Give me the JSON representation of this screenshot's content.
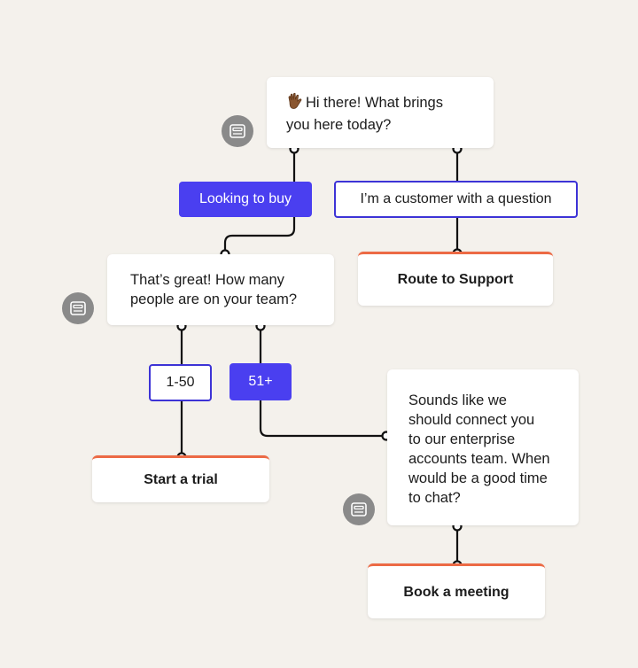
{
  "flow": {
    "greeting": {
      "emoji_icon": "waving-hand-icon",
      "line1": "Hi there! What brings",
      "line2": "you here today?"
    },
    "options_level1": {
      "buy": "Looking to buy",
      "customer": "I’m a customer with a question"
    },
    "support_action": "Route to Support",
    "team_question": {
      "line1": "That’s great! How many",
      "line2": "people are on your team?"
    },
    "options_level2": {
      "small": "1-50",
      "large": "51+"
    },
    "trial_action": "Start a trial",
    "enterprise_message": {
      "line1": "Sounds like we",
      "line2": "should connect you",
      "line3": "to our enterprise",
      "line4": "accounts team. When",
      "line5": "would be a good time",
      "line6": "to chat?"
    },
    "meeting_action": "Book a meeting",
    "bot_icon": "chatbot-icon"
  },
  "colors": {
    "background": "#f4f1ec",
    "accent_purple": "#4a3ff0",
    "action_orange": "#ec6a45",
    "bot_gray": "#8a8a8a"
  }
}
